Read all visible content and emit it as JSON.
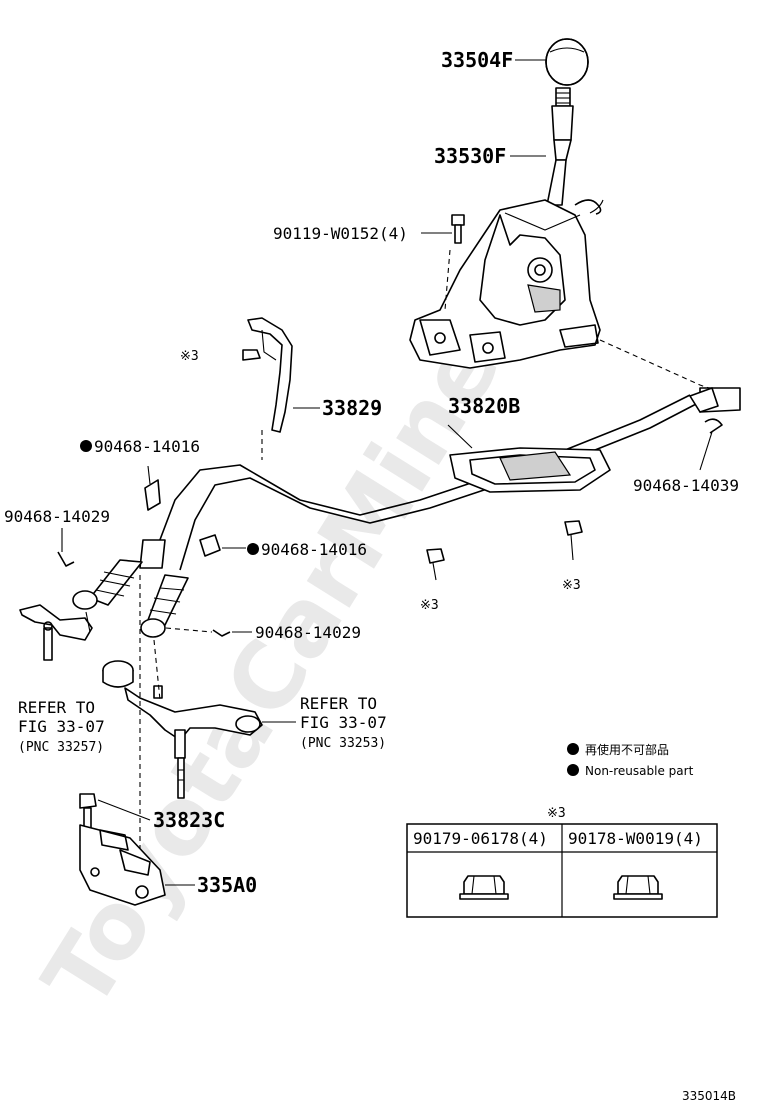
{
  "watermark": "ToyotaCarMine.ru",
  "callouts": {
    "knob": "33504F",
    "lever": "33530F",
    "bolt_top": "90119-W0152(4)",
    "bracket": "33829",
    "cable_assy": "33820B",
    "clip_a": "90468-14016",
    "clip_b": "90468-14016",
    "clip_right": "90468-14039",
    "pin_left": "90468-14029",
    "pin_mid": "90468-14029",
    "bolt_bottom": "33823C",
    "bracket_bottom": "335A0"
  },
  "ref_marks": {
    "r1": "※3",
    "r2": "※3",
    "r3": "※3"
  },
  "refer_left": {
    "line1": "REFER TO",
    "line2": "FIG 33-07",
    "line3": "(PNC 33257)"
  },
  "refer_right": {
    "line1": "REFER TO",
    "line2": "FIG 33-07",
    "line3": "(PNC 33253)"
  },
  "legend": {
    "jp": "再使用不可部品",
    "en": "Non-reusable part"
  },
  "nut_table": {
    "mark": "※3",
    "columns": [
      "90179-06178(4)",
      "90178-W0019(4)"
    ]
  },
  "diagram_id": "335014B"
}
